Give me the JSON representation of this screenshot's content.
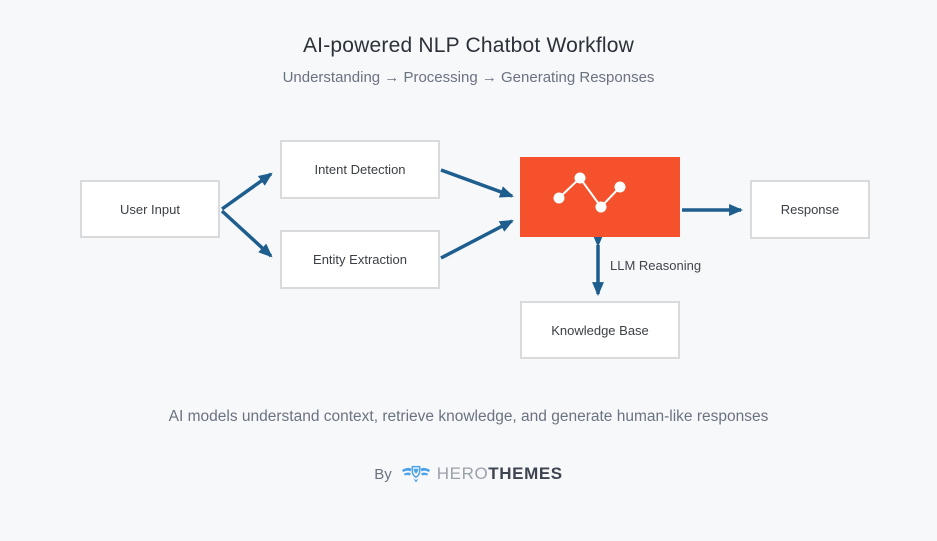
{
  "page": {
    "background": "#f7f8fa"
  },
  "header": {
    "title": "AI-powered NLP Chatbot Workflow",
    "subtitle": "Understanding → Processing → Generating Responses"
  },
  "diagram": {
    "nodes": {
      "user_input": {
        "label": "User Input"
      },
      "intent_detection": {
        "label": "Intent Detection"
      },
      "entity_extraction": {
        "label": "Entity Extraction"
      },
      "llm": {
        "icon": "trend-line-icon",
        "color": "#f4512c"
      },
      "response": {
        "label": "Response"
      },
      "knowledge_base": {
        "label": "Knowledge Base"
      }
    },
    "edge_label": "LLM Reasoning",
    "arrow_color": "#1e5e8e"
  },
  "caption": "AI models understand context, retrieve knowledge, and generate human-like responses",
  "footer": {
    "by": "By",
    "brand_first": "HERO",
    "brand_second": "THEMES",
    "logo_color": "#4ea3ea"
  }
}
